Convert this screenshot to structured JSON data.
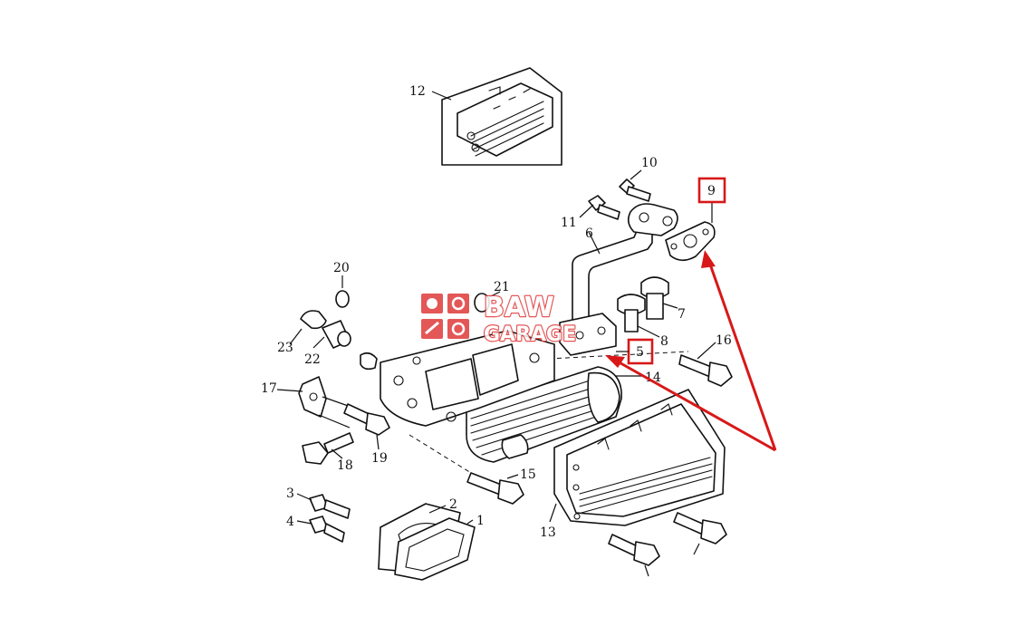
{
  "watermark": {
    "line1": "BAW",
    "line2": "GARAGE",
    "color": "#e03a3a",
    "icons": [
      "piston-icon",
      "gear-icon",
      "wrench-icon",
      "gear-icon"
    ]
  },
  "highlight_color": "#d81818",
  "callouts": {
    "p1": "1",
    "p2": "2",
    "p3": "3",
    "p4": "4",
    "p5": "5",
    "p6": "6",
    "p7": "7",
    "p8": "8",
    "p9": "9",
    "p10": "10",
    "p11": "11",
    "p12": "12",
    "p13": "13",
    "p14": "14",
    "p15": "15",
    "p16": "16",
    "p17": "17",
    "p18": "18",
    "p19": "19",
    "p20": "20",
    "p21": "21",
    "p22": "22",
    "p23": "23"
  },
  "highlighted": [
    "5",
    "9"
  ]
}
